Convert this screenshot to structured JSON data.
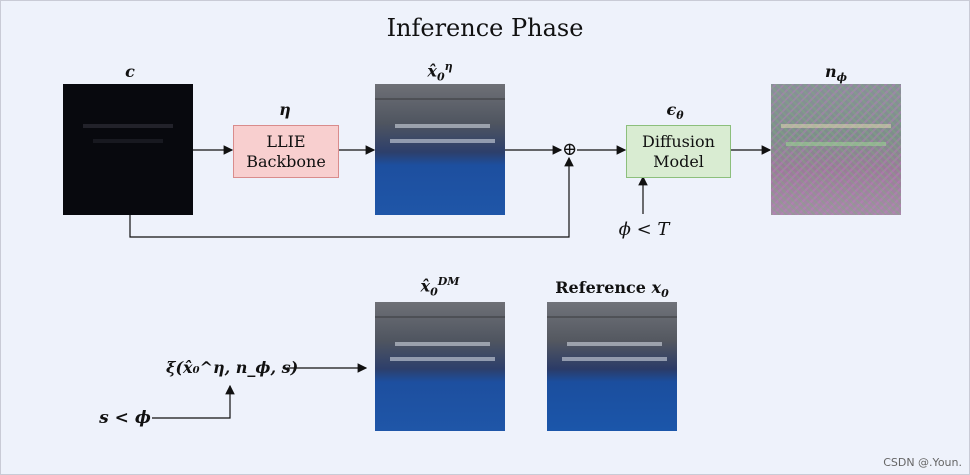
{
  "title": "Inference Phase",
  "labels": {
    "c": "c",
    "x0_eta": "x̂",
    "x0_eta_sub": "0",
    "x0_eta_sup": "η",
    "eta": "η",
    "eps": "ϵ",
    "eps_sub": "θ",
    "n_phi": "n",
    "n_phi_sub": "ϕ",
    "phi_lt_T": "ϕ < T",
    "x0_dm": "x̂",
    "x0_dm_sub": "0",
    "x0_dm_sup": "DM",
    "reference_word": "Reference ",
    "reference_sym": "x",
    "reference_sub": "0",
    "xi_expr": "ξ(x̂₀^η, n_ϕ, s)",
    "s_lt_phi": "s < ϕ"
  },
  "boxes": {
    "llie_line1": "LLIE",
    "llie_line2": "Backbone",
    "diff_line1": "Diffusion",
    "diff_line2": "Model"
  },
  "oplus": "⊕",
  "watermark": "CSDN @.Youn.",
  "colors": {
    "llie_fill": "#f8cfcf",
    "diffusion_fill": "#d9ecd2",
    "background": "#eef2fb"
  }
}
